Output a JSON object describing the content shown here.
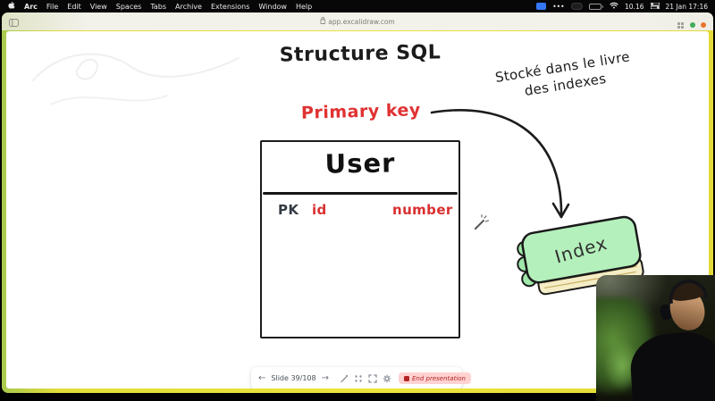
{
  "menubar": {
    "app_name": "Arc",
    "items": [
      "File",
      "Edit",
      "View",
      "Spaces",
      "Tabs",
      "Archive",
      "Extensions",
      "Window",
      "Help"
    ],
    "status": {
      "more": "•••",
      "timer": "10.16",
      "clock": "21 Jan 17:16"
    }
  },
  "browser": {
    "url": "app.excalidraw.com"
  },
  "canvas": {
    "title": "Structure SQL",
    "primary_key": "Primary key",
    "annotation": {
      "line1": "Stocké dans le livre",
      "line2": "des indexes"
    },
    "table": {
      "title": "User",
      "pk": "PK",
      "column": "id",
      "type": "number"
    },
    "book": {
      "label": "Index"
    }
  },
  "toolbar": {
    "prev": "←",
    "slide_counter": "Slide 39/108",
    "next": "→",
    "end_button": "End presentation"
  },
  "colors": {
    "accent_red": "#e03131",
    "book_green": "#b4f0bc",
    "frame_yellow": "#ece43c",
    "end_pill_bg": "#ffd2d2"
  }
}
